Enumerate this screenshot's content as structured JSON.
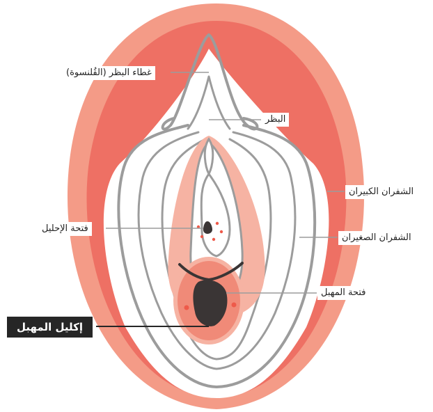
{
  "labels": {
    "clitoral_hood": "غطاء البظر (القُلنسوة)",
    "clitoris": "البظر",
    "labia_majora": "الشفران الكبيران",
    "urethral_opening": "فتحة الإحليل",
    "labia_minora": "الشفران الصغيران",
    "vaginal_opening": "فتحة المهبل",
    "vaginal_corona": "إكليل المهبل"
  },
  "colors": {
    "outer_skin": "#f49b87",
    "labia_majora": "#ee7064",
    "inner_area": "#ffffff",
    "outline": "#9c9c9c",
    "labia_minora_pink": "#f6b3a3",
    "vaginal_area": "#f08a78",
    "vaginal_opening": "#3a3535",
    "highlight_label_bg": "#262626"
  }
}
